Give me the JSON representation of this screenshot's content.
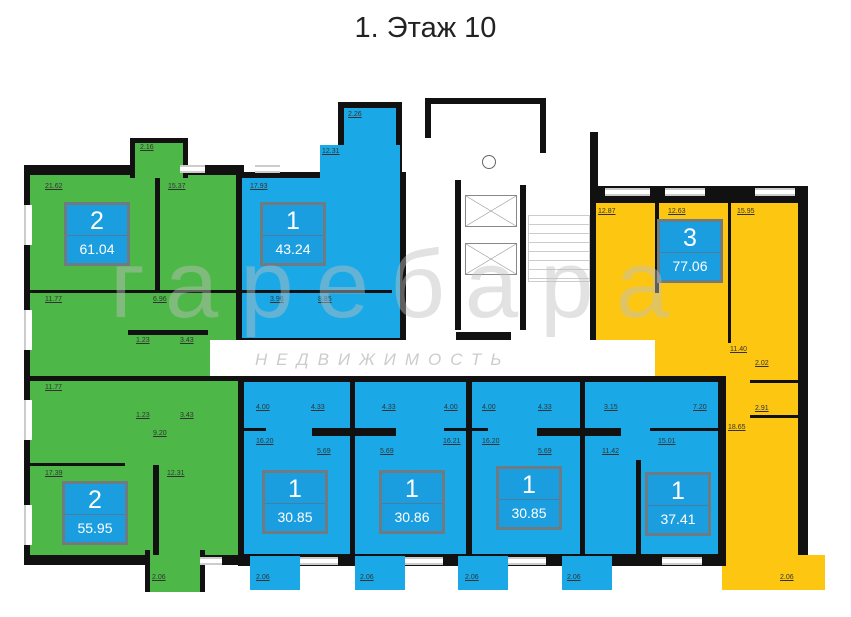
{
  "title": "1. Этаж 10",
  "colors": {
    "two_room": "#4db848",
    "one_room": "#1aa9e6",
    "three_room": "#fdc711",
    "badge": "#1b9ee0"
  },
  "watermark": {
    "main": "гаребара",
    "sub": "НЕДВИЖИМОСТЬ"
  },
  "apartments": [
    {
      "rooms": "2",
      "area": "61.04"
    },
    {
      "rooms": "1",
      "area": "43.24"
    },
    {
      "rooms": "3",
      "area": "77.06"
    },
    {
      "rooms": "2",
      "area": "55.95"
    },
    {
      "rooms": "1",
      "area": "30.85"
    },
    {
      "rooms": "1",
      "area": "30.86"
    },
    {
      "rooms": "1",
      "area": "30.85"
    },
    {
      "rooms": "1",
      "area": "37.41"
    }
  ],
  "room_areas": [
    "2.16",
    "21.62",
    "15.37",
    "17.93",
    "2.26",
    "12.31",
    "11.77",
    "6.96",
    "3.96",
    "8.85",
    "1.23",
    "3.43",
    "11.77",
    "1.23",
    "3.43",
    "9.20",
    "17.39",
    "12.31",
    "2.06",
    "4.00",
    "4.33",
    "4.33",
    "4.00",
    "4.00",
    "4.33",
    "3.15",
    "7.20",
    "16.20",
    "16.21",
    "16.20",
    "11.42",
    "15.01",
    "5.69",
    "5.69",
    "5.69",
    "2.06",
    "2.06",
    "2.06",
    "2.06",
    "2.06",
    "12.87",
    "12.63",
    "15.95",
    "11.40",
    "2.02",
    "2.91",
    "18.65"
  ]
}
